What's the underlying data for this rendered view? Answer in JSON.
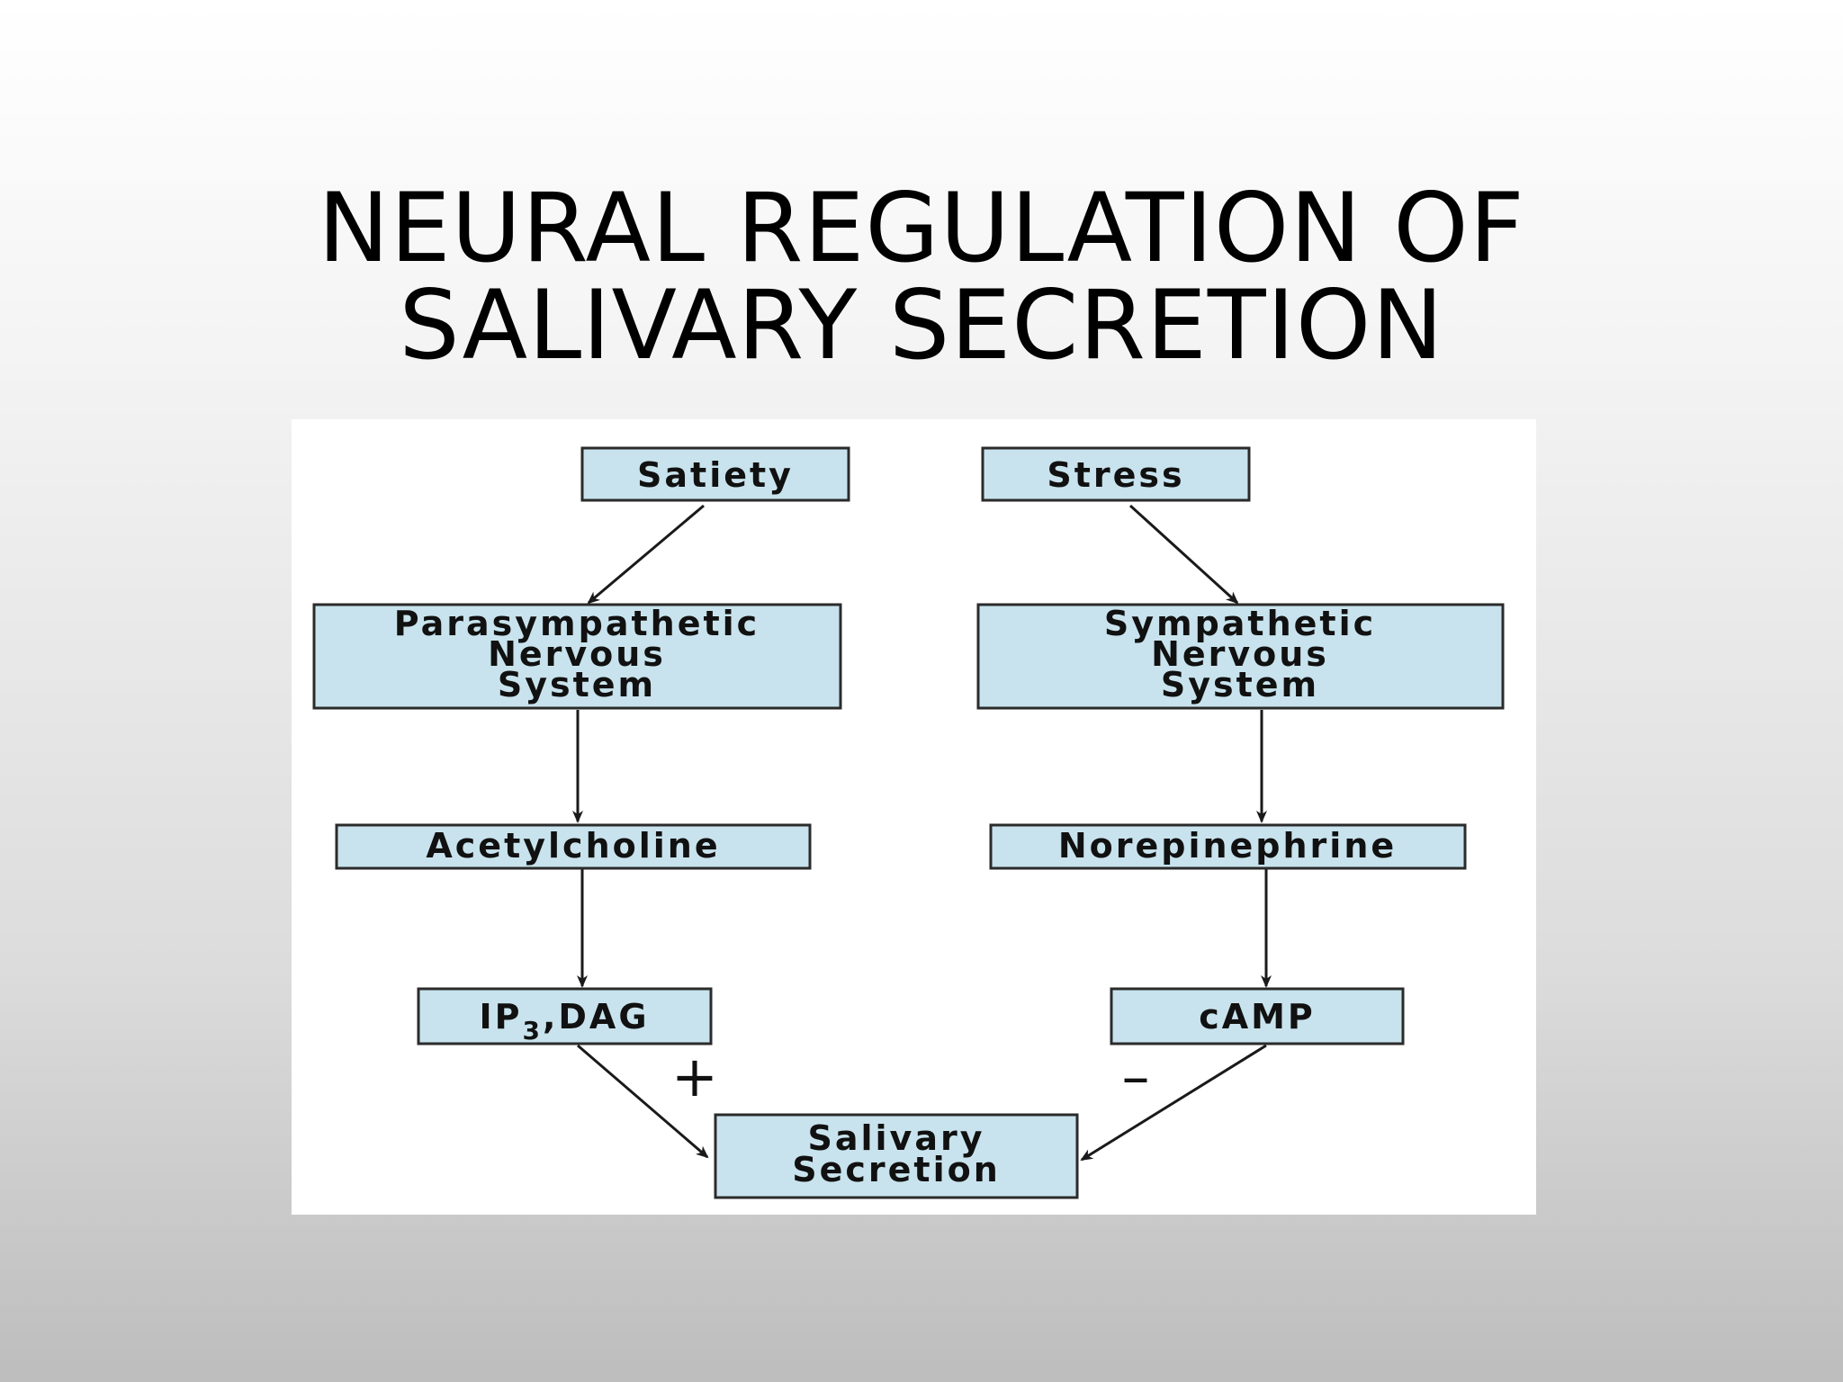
{
  "slide": {
    "title_line1": "NEURAL REGULATION OF",
    "title_line2": "SALIVARY SECRETION"
  },
  "diagram": {
    "nodes": {
      "satiety": "Satiety",
      "stress": "Stress",
      "parasympathetic_line1": "Parasympathetic",
      "parasympathetic_line2": "Nervous",
      "parasympathetic_line3": "System",
      "sympathetic_line1": "Sympathetic",
      "sympathetic_line2": "Nervous",
      "sympathetic_line3": "System",
      "acetylcholine": "Acetylcholine",
      "norepinephrine": "Norepinephrine",
      "ip3_dag_prefix": "IP",
      "ip3_dag_subscript": "3",
      "ip3_dag_suffix": ",DAG",
      "camp": "cAMP",
      "salivary_line1": "Salivary",
      "salivary_line2": "Secretion"
    },
    "signs": {
      "stimulatory": "+",
      "inhibitory": "–"
    },
    "colors": {
      "box_fill": "#c8e3ed",
      "box_stroke": "#2b2b2b",
      "arrow": "#1a1a1a"
    }
  }
}
